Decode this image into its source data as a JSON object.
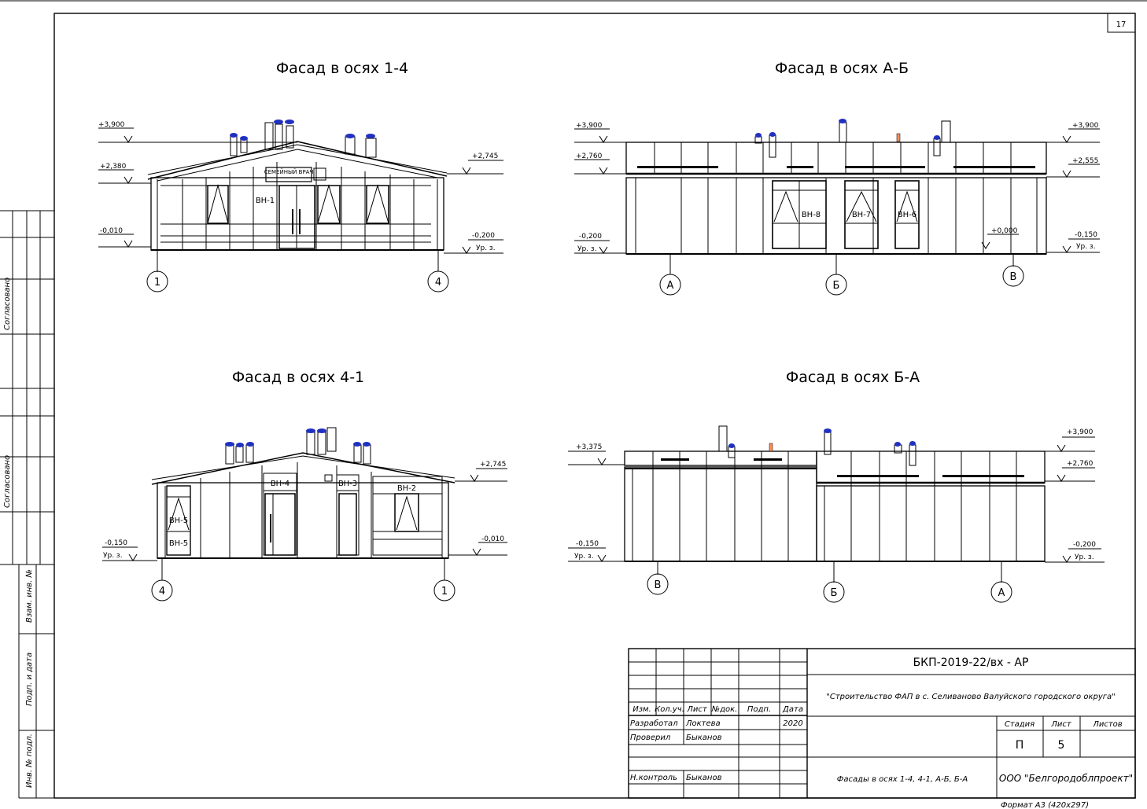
{
  "sheet": {
    "number": "17",
    "format_label": "Формат  А3 (420х297)"
  },
  "side_stamp": {
    "agreed_1": "Согласовано",
    "agreed_2": "Согласовано",
    "replace_inv": "Взам. инв. №",
    "sign_date": "Подп. и дата",
    "inv_orig": "Инв. № подл."
  },
  "views": [
    {
      "title": "Фасад в осях 1-4",
      "levels": [
        "+3,900",
        "+2,380",
        "-0,010",
        "+2,745",
        "-0,200",
        "Ур. з."
      ],
      "axes": [
        "1",
        "4"
      ],
      "rooms": [
        "ВН-1"
      ],
      "sign": "СЕМЕЙНЫЙ ВРАЧ"
    },
    {
      "title": "Фасад в осях А-Б",
      "levels": [
        "+3,900",
        "+2,760",
        "-0,200",
        "Ур. з.",
        "+3,900",
        "+2,555",
        "-0,150",
        "Ур. з.",
        "+0,000"
      ],
      "axes": [
        "А",
        "Б",
        "В"
      ],
      "rooms": [
        "ВН-8",
        "ВН-7",
        "ВН-6"
      ]
    },
    {
      "title": "Фасад в осях 4-1",
      "levels": [
        "+2,745",
        "-0,150",
        "Ур. з.",
        "-0,010"
      ],
      "axes": [
        "4",
        "1"
      ],
      "rooms": [
        "ВН-4",
        "ВН-3",
        "ВН-2",
        "ВН-5",
        "ВН-5"
      ]
    },
    {
      "title": "Фасад в осях Б-А",
      "levels": [
        "+3,375",
        "+3,900",
        "+2,760",
        "-0,150",
        "Ур. з.",
        "-0,200",
        "Ур. з."
      ],
      "axes": [
        "В",
        "Б",
        "А"
      ]
    }
  ],
  "title_block": {
    "code": "БКП-2019-22/вх - АР",
    "project": "\"Строительство ФАП в с. Селиваново Валуйского городского округа\"",
    "headers": [
      "Изм.",
      "Кол.уч.",
      "Лист",
      "№док.",
      "Подп.",
      "Дата"
    ],
    "roles": [
      {
        "role": "Разработал",
        "name": "Локтева",
        "date": "2020"
      },
      {
        "role": "Проверил",
        "name": "Быканов",
        "date": ""
      },
      {
        "role": "Н.контроль",
        "name": "Быканов",
        "date": ""
      }
    ],
    "stage_header": "Стадия",
    "sheet_header": "Лист",
    "sheets_header": "Листов",
    "stage": "П",
    "sheet": "5",
    "drawing_name": "Фасады в осях 1-4, 4-1, А-Б, Б-А",
    "company": "ООО \"Белгородоблпроект\""
  }
}
